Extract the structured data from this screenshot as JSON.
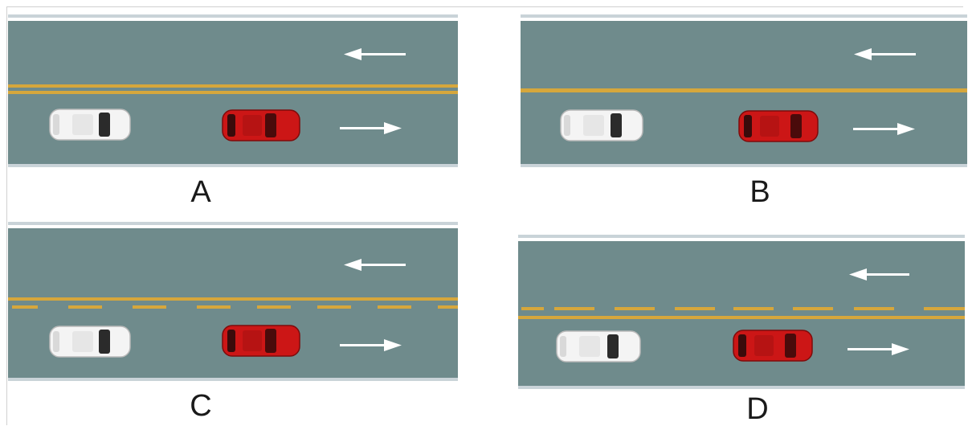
{
  "colors": {
    "asphalt": "#6f8b8c",
    "lane_edge": "#c9d3d8",
    "yellow_line": "#d6a73c",
    "arrow": "#ffffff",
    "car_white": "#f4f4f4",
    "car_red": "#cc1616"
  },
  "panels": [
    {
      "label": "A",
      "center_marking": "double-solid-yellow",
      "icons": [
        "left-arrow-icon",
        "right-arrow-icon",
        "white-car-icon",
        "red-car-icon"
      ]
    },
    {
      "label": "B",
      "center_marking": "single-solid-yellow",
      "icons": [
        "left-arrow-icon",
        "right-arrow-icon",
        "white-car-icon",
        "red-car-icon"
      ]
    },
    {
      "label": "C",
      "center_marking": "solid-and-dashed-yellow",
      "icons": [
        "left-arrow-icon",
        "right-arrow-icon",
        "white-car-icon",
        "red-car-icon"
      ]
    },
    {
      "label": "D",
      "center_marking": "dashed-and-solid-yellow",
      "icons": [
        "left-arrow-icon",
        "right-arrow-icon",
        "white-car-icon",
        "red-car-icon"
      ]
    }
  ]
}
